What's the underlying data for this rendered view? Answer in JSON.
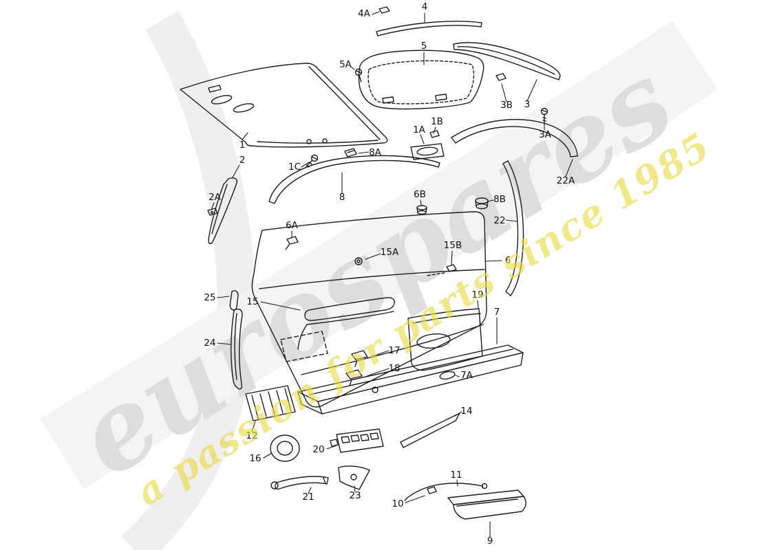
{
  "watermark": {
    "brand": "eurospares",
    "tagline": "a passion for parts since 1985"
  },
  "colors": {
    "line": "#1c1c1c",
    "label": "#111111",
    "watermark_gray": "#d9d9d9",
    "watermark_yellow": "#e9da43"
  },
  "labels": {
    "p1": "1",
    "p1a": "1A",
    "p1b": "1B",
    "p1c": "1C",
    "p2": "2",
    "p2a": "2A",
    "p3": "3",
    "p3a": "3A",
    "p3b": "3B",
    "p4": "4",
    "p4a": "4A",
    "p5": "5",
    "p5a": "5A",
    "p6": "6",
    "p6a": "6A",
    "p6b": "6B",
    "p7": "7",
    "p7a": "7A",
    "p8": "8",
    "p8a": "8A",
    "p8b": "8B",
    "p9": "9",
    "p10": "10",
    "p11": "11",
    "p12": "12",
    "p14": "14",
    "p15": "15",
    "p15a": "15A",
    "p15b": "15B",
    "p16": "16",
    "p17": "17",
    "p18": "18",
    "p19": "19",
    "p20": "20",
    "p21": "21",
    "p22": "22",
    "p22a": "22A",
    "p23": "23",
    "p24": "24",
    "p25": "25"
  }
}
